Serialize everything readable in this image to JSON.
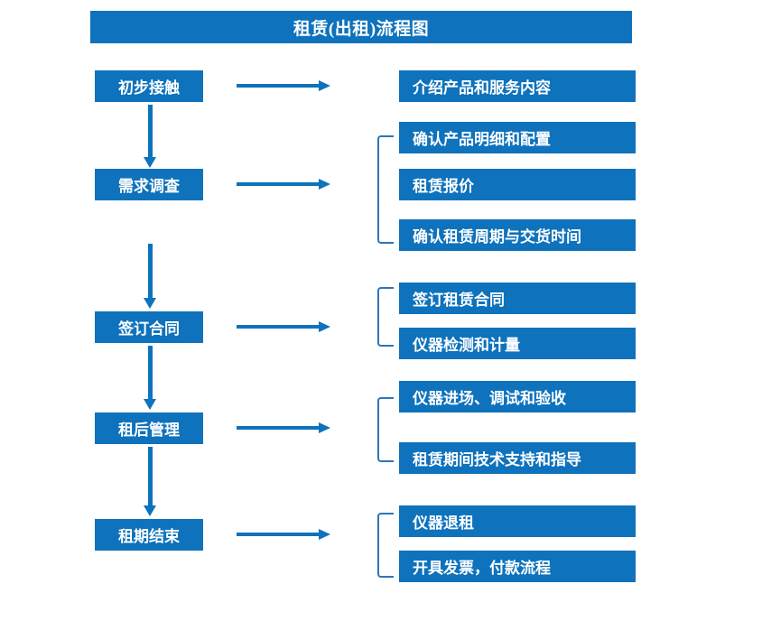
{
  "title": {
    "text": "租赁(出租)流程图"
  },
  "colors": {
    "primary_blue": "#0E72BC",
    "bracket_blue": "#2E75B6",
    "text_on_blue": "#FFFFFF",
    "background": "#FFFFFF"
  },
  "stages": [
    {
      "label": "初步接触"
    },
    {
      "label": "需求调查"
    },
    {
      "label": "签订合同"
    },
    {
      "label": "租后管理"
    },
    {
      "label": "租期结束"
    }
  ],
  "details": [
    {
      "label": "介绍产品和服务内容"
    },
    {
      "label": "确认产品明细和配置"
    },
    {
      "label": "租赁报价"
    },
    {
      "label": "确认租赁周期与交货时间"
    },
    {
      "label": "签订租赁合同"
    },
    {
      "label": "仪器检测和计量"
    },
    {
      "label": "仪器进场、调试和验收"
    },
    {
      "label": "租赁期间技术支持和指导"
    },
    {
      "label": "仪器退租"
    },
    {
      "label": "开具发票，付款流程"
    }
  ],
  "groups": [
    {
      "stage": "初步接触",
      "detail_labels": [
        "介绍产品和服务内容"
      ],
      "has_bracket": false
    },
    {
      "stage": "需求调查",
      "detail_labels": [
        "确认产品明细和配置",
        "租赁报价",
        "确认租赁周期与交货时间"
      ],
      "has_bracket": true
    },
    {
      "stage": "签订合同",
      "detail_labels": [
        "签订租赁合同",
        "仪器检测和计量"
      ],
      "has_bracket": true
    },
    {
      "stage": "租后管理",
      "detail_labels": [
        "仪器进场、调试和验收",
        "租赁期间技术支持和指导"
      ],
      "has_bracket": true
    },
    {
      "stage": "租期结束",
      "detail_labels": [
        "仪器退租",
        "开具发票，付款流程"
      ],
      "has_bracket": true
    }
  ],
  "flow_order": [
    "初步接触",
    "需求调查",
    "签订合同",
    "租后管理",
    "租期结束"
  ]
}
